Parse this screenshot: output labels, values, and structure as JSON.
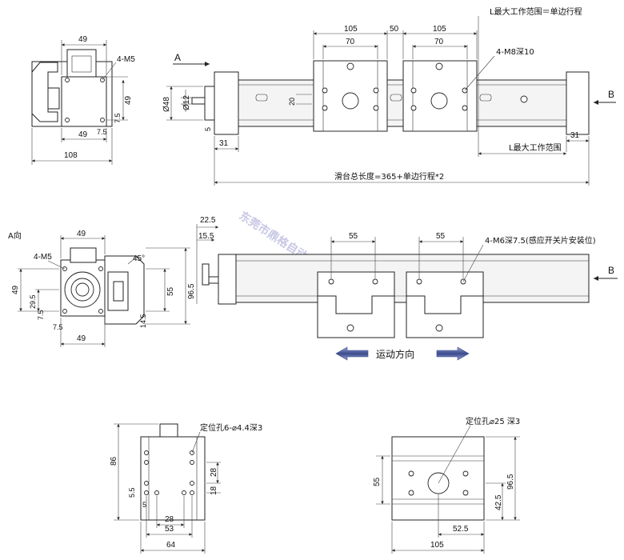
{
  "header": {
    "note": "L最大工作范围＝单边行程"
  },
  "top_left": {
    "width_49_top": "49",
    "m5": "4-M5",
    "h49": "49",
    "d7_5": "7.5",
    "width_49_bottom": "49",
    "d7_5b": "7.5",
    "width_108": "108"
  },
  "top_main": {
    "d105a": "105",
    "d70a": "70",
    "d50": "50",
    "d105b": "105",
    "d70b": "70",
    "m8": "4-M8深10",
    "arrow_a": "A",
    "arrow_b": "B",
    "phi48": "Ø48",
    "phi12": "Ø12",
    "d20": "20",
    "d5": "5",
    "d31a": "31",
    "d31b": "31",
    "lmax": "L最大工作范围",
    "total": "滑台总长度=365+单边行程*2"
  },
  "mid_left": {
    "view": "A向",
    "d49top": "49",
    "m5": "4-M5",
    "angle": "45°",
    "d49left": "49",
    "d29_5": "29.5",
    "d7_5a": "7.5",
    "d7_5b": "7.5",
    "d55": "55",
    "d96_5": "96.5",
    "d14_5": "14.5",
    "d49bottom": "49"
  },
  "mid_main": {
    "d22_5": "22.5",
    "d15_5": "15.5",
    "d55a": "55",
    "d55b": "55",
    "m6": "4-M6深7.5(感应开关片安装位)",
    "arrow_b": "B",
    "motion": "运动方向"
  },
  "watermark": "东莞市鼎格自动化设备有限公司",
  "bottom_left": {
    "pin": "定位孔6-⌀4.4深3",
    "d86": "86",
    "d28a": "28",
    "d18": "18",
    "d5_5": "5.5",
    "d5": "5",
    "d28b": "28",
    "d53": "53",
    "d64": "64"
  },
  "bottom_right": {
    "pin": "定位孔⌀25 深3",
    "d55": "55",
    "d96_5": "96.5",
    "d42_5": "42.5",
    "d52_5": "52.5",
    "d105": "105"
  },
  "colors": {
    "line": "#222222",
    "motion_arrow": "#3a4a8c",
    "watermark": "#c8c8e6"
  }
}
